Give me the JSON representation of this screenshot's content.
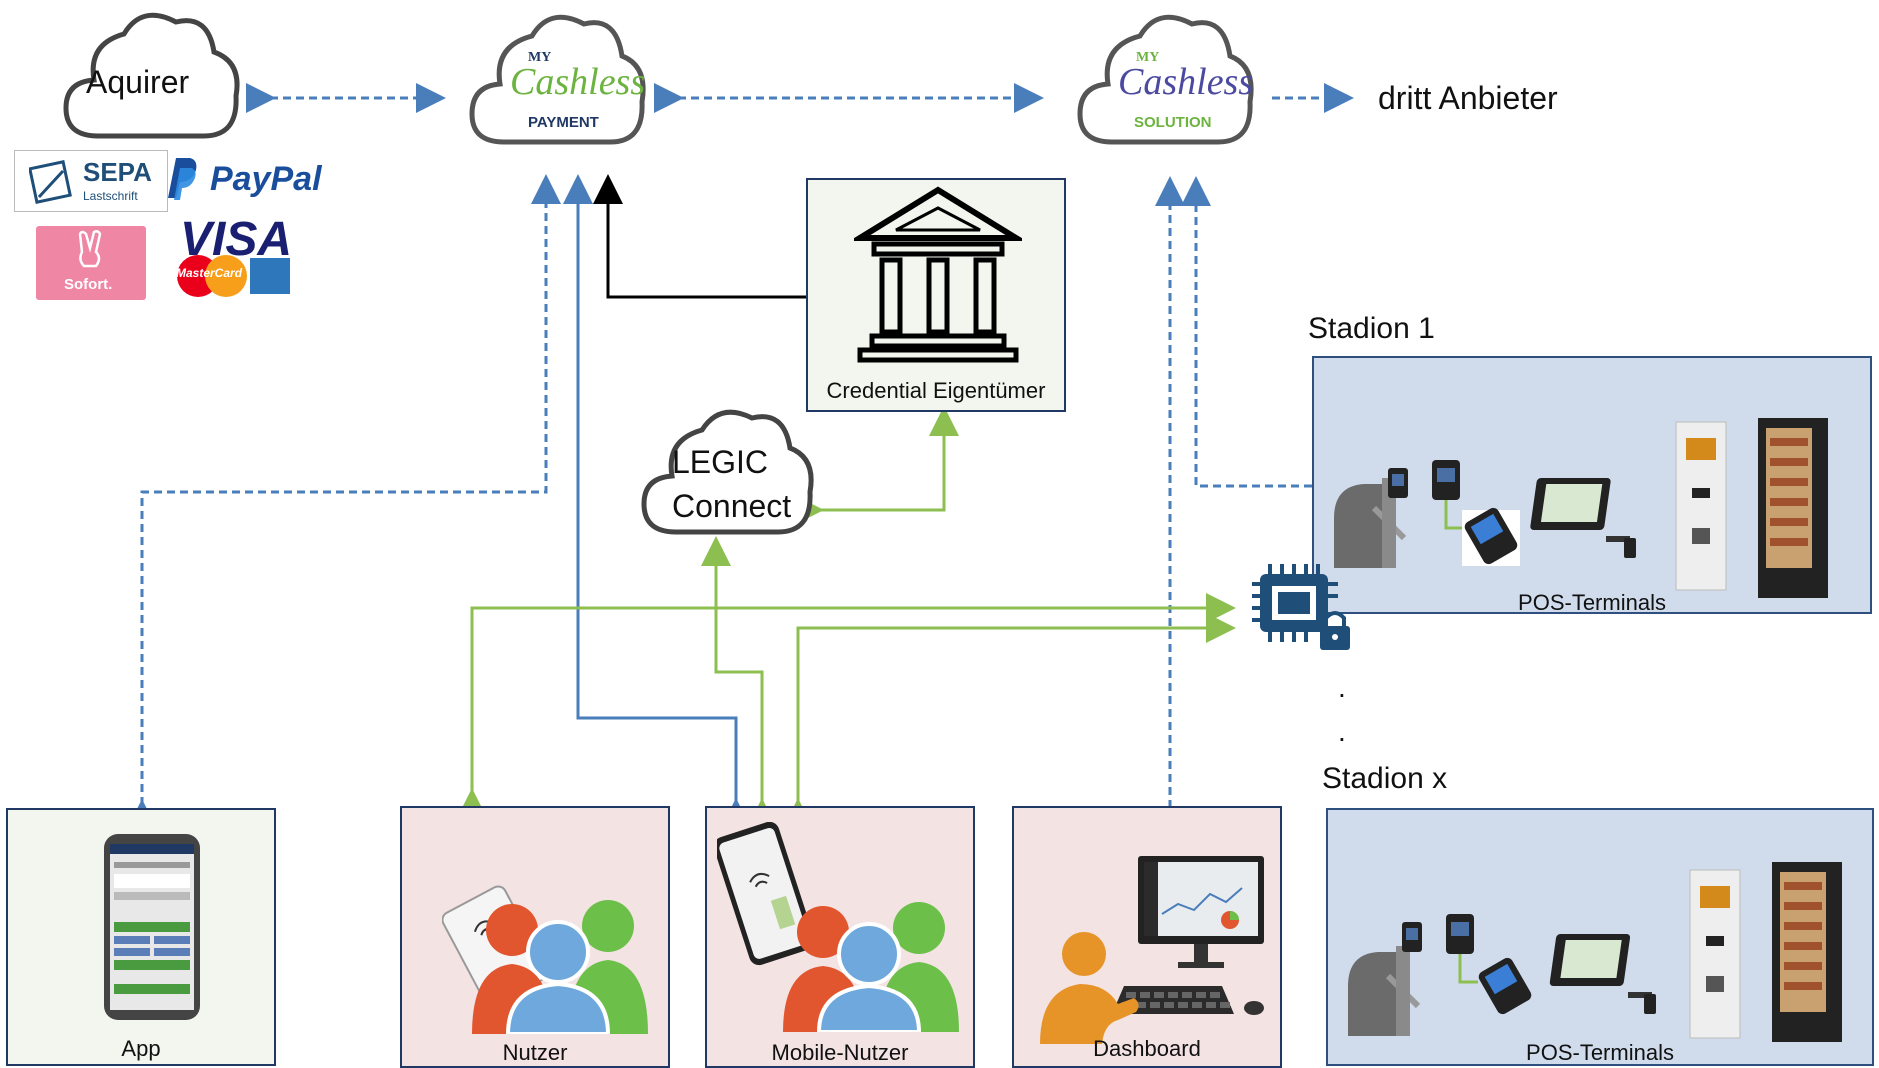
{
  "clouds": {
    "aquirer": "Aquirer",
    "legic_line1": "LEGIC",
    "legic_line2": "Connect"
  },
  "logos": {
    "payment": {
      "my": "MY",
      "main": "Cashless",
      "sub": "PAYMENT"
    },
    "solution": {
      "my": "MY",
      "main": "Cashless",
      "sub": "SOLUTION"
    },
    "sepa": {
      "title": "SEPA",
      "sub": "Lastschrift"
    },
    "paypal": "PayPal",
    "sofort": "Sofort.",
    "visa": "VISA",
    "mastercard": "MasterCard"
  },
  "third_party": "dritt Anbieter",
  "credential_owner": "Credential Eigentümer",
  "stadium1": {
    "title": "Stadion 1",
    "caption": "POS-Terminals"
  },
  "stadiumx": {
    "title": "Stadion x",
    "caption": "POS-Terminals"
  },
  "ellipsis": [
    ".",
    "."
  ],
  "bottom_boxes": {
    "app": "App",
    "nutzer": "Nutzer",
    "mobile": "Mobile-Nutzer",
    "dashboard": "Dashboard"
  },
  "colors": {
    "blue_arrow": "#4a7ebb",
    "green_arrow": "#8cbf50",
    "black_arrow": "#000000",
    "chip": "#1f4e79",
    "user_blue": "#6fa8dc",
    "user_red": "#e2562f",
    "user_green": "#6cc04a",
    "user_orange": "#e69428"
  }
}
